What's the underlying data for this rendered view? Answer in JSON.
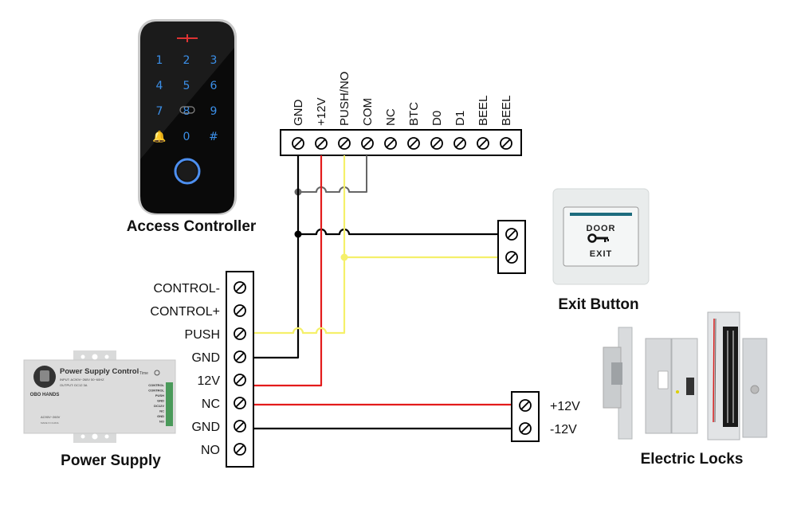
{
  "captions": {
    "access_controller": "Access Controller",
    "exit_button": "Exit Button",
    "power_supply": "Power Supply",
    "electric_locks": "Electric Locks"
  },
  "controller_terminals": [
    "GND",
    "+12V",
    "PUSH/NO",
    "COM",
    "NC",
    "BTC",
    "D0",
    "D1",
    "BEEL",
    "BEEL"
  ],
  "power_supply_terminals": [
    "CONTROL-",
    "CONTROL+",
    "PUSH",
    "GND",
    "12V",
    "NC",
    "GND",
    "NO"
  ],
  "lock_terminals": [
    "+12V",
    "-12V"
  ],
  "exit_button_terminal_count": 2,
  "keypad": {
    "keys": [
      "1",
      "2",
      "3",
      "4",
      "5",
      "6",
      "7",
      "8",
      "9",
      "🔔",
      "0",
      "#"
    ],
    "key_color": "#3b8fe8"
  },
  "exit_button_device": {
    "line1": "DOOR",
    "line2": "EXIT"
  },
  "power_supply_device": {
    "title": "Power Supply Control",
    "input": "INPUT:  AC90V~260V 50~60HZ",
    "output": "OUTPUT:  DC12 3A",
    "brand": "OBO HANDS",
    "time_label": "Time",
    "ac_label": "AC90V~260V",
    "made_label": "MADE IN CHINA",
    "side_terminals": [
      "CONTROL",
      "CONTROL",
      "PUSH",
      "GND",
      "DC12V",
      "NC",
      "GND",
      "NO"
    ]
  },
  "wire_colors": {
    "gnd": "#000000",
    "v12": "#e31b1b",
    "push": "#f5f06a",
    "com": "#666666"
  }
}
